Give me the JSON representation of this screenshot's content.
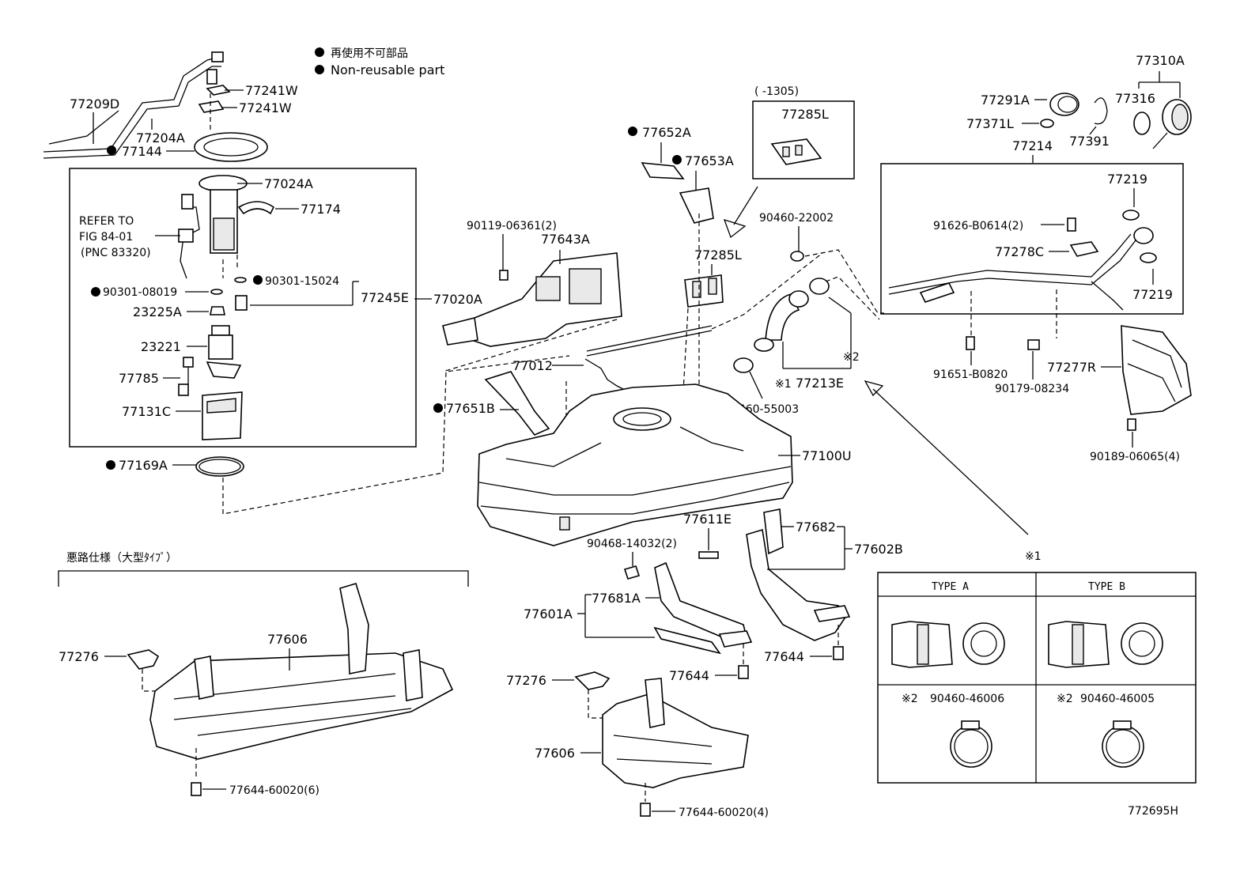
{
  "legend": {
    "jp": "再使用不可部品",
    "en": "Non-reusable part"
  },
  "labels": {
    "p77209D": "77209D",
    "p77241W_a": "77241W",
    "p77241W_b": "77241W",
    "p77204A": "77204A",
    "p77144": "77144",
    "p77024A": "77024A",
    "p77174": "77174",
    "refer1": "REFER TO",
    "refer2": "FIG 84-01",
    "refer3": "(PNC 83320)",
    "p90301_08019": "90301-08019",
    "p90301_15024": "90301-15024",
    "p77245E": "77245E",
    "p77020A": "77020A",
    "p23225A": "23225A",
    "p23221": "23221",
    "p77785": "77785",
    "p77131C": "77131C",
    "p77169A": "77169A",
    "p77652A": "77652A",
    "p77653A": "77653A",
    "p90119": "90119-06361(2)",
    "p77643A": "77643A",
    "p1305": "(    -1305)",
    "p77285L_a": "77285L",
    "p77285L_b": "77285L",
    "p90460_22002": "90460-22002",
    "p77012": "77012",
    "p77651B": "77651B",
    "p77100U": "77100U",
    "p77213E": "77213E",
    "p77213E_mark": "※1",
    "p2mark": "※2",
    "p90460_55003": "90460-55003",
    "p77310A": "77310A",
    "p77291A": "77291A",
    "p77316": "77316",
    "p77371L": "77371L",
    "p77391": "77391",
    "p77214": "77214",
    "p77219_a": "77219",
    "p77219_b": "77219",
    "p91626": "91626-B0614(2)",
    "p77278C": "77278C",
    "p91651": "91651-B0820",
    "p90179": "90179-08234",
    "p77277R": "77277R",
    "p90189": "90189-06065(4)",
    "p1mark": "※1",
    "p77611E": "77611E",
    "p90468": "90468-14032(2)",
    "p77682": "77682",
    "p77602B": "77602B",
    "p77681A": "77681A",
    "p77601A": "77601A",
    "p77644_a": "77644",
    "p77644_b": "77644",
    "p77276_a": "77276",
    "p77276_b": "77276",
    "p77606_a": "77606",
    "p77606_b": "77606",
    "p77644_60020_6": "77644-60020(6)",
    "p77644_60020_4": "77644-60020(4)",
    "rough": "悪路仕様（大型ﾀｲﾌﾟ）",
    "typeA": "TYPE  A",
    "typeB": "TYPE  B",
    "clampA_mark": "※2",
    "clampA": "90460-46006",
    "clampB_mark": "※2",
    "clampB": "90460-46005",
    "figcode": "772695H"
  }
}
